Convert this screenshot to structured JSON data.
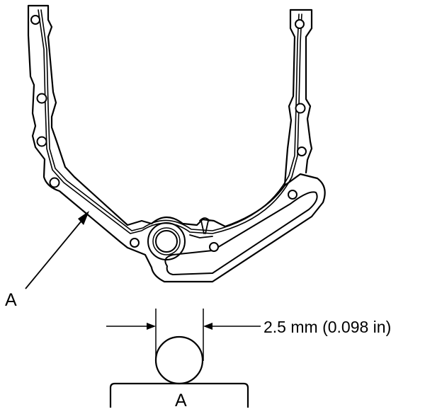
{
  "callout": {
    "letter": "A"
  },
  "bead_detail": {
    "dimension_label": "2.5 mm (0.098 in)",
    "base_label": "A"
  }
}
